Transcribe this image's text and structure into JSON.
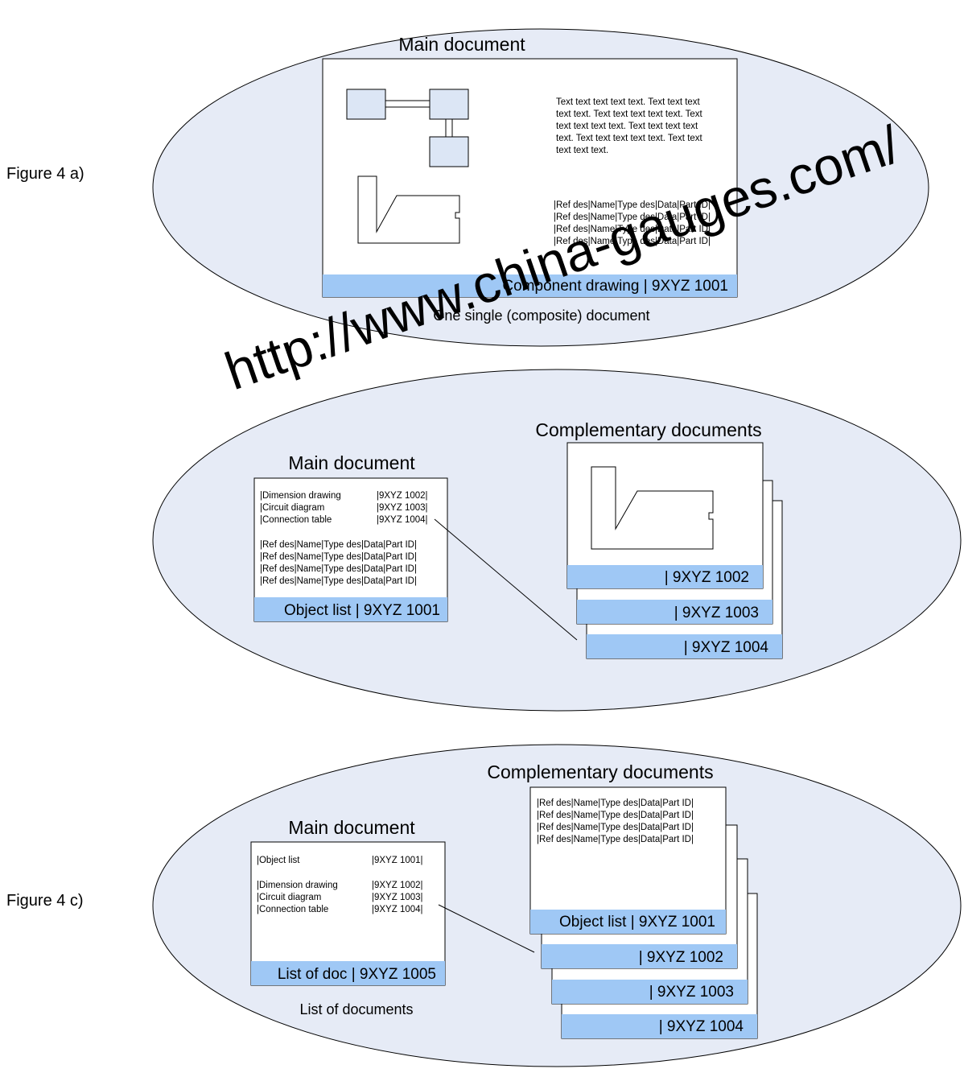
{
  "colors": {
    "ellipse_fill": "#e6ebf6",
    "title_bar": "#9fc8f5",
    "line": "#000000"
  },
  "figure_a": {
    "label": "Figure 4 a)",
    "main_title": "Main document",
    "paragraph": [
      "Text text text text text. Text text text",
      "text text. Text text text text text. Text",
      "text text text text. Text text text text",
      "text. Text text text text text. Text text",
      "text text text."
    ],
    "table_rows": [
      "|Ref des|Name|Type des|Data|Part ID|",
      "|Ref des|Name|Type des|Data|Part ID|",
      "|Ref des|Name|Type des|Data|Part ID|",
      "|Ref des|Name|Type des|Data|Part ID|"
    ],
    "title_block": "Component drawing | 9XYZ 1001",
    "caption": "One single (composite) document"
  },
  "figure_b": {
    "main_title": "Main document",
    "complementary_title": "Complementary documents",
    "doc_list": [
      {
        "name": "|Dimension drawing",
        "id": "|9XYZ 1002|"
      },
      {
        "name": "|Circuit diagram",
        "id": "|9XYZ 1003|"
      },
      {
        "name": "|Connection table",
        "id": "|9XYZ 1004|"
      }
    ],
    "table_rows": [
      "|Ref des|Name|Type des|Data|Part ID|",
      "|Ref des|Name|Type des|Data|Part ID|",
      "|Ref des|Name|Type des|Data|Part ID|",
      "|Ref des|Name|Type des|Data|Part ID|"
    ],
    "main_title_block": "Object list  | 9XYZ 1001",
    "sheets": [
      "| 9XYZ 1002",
      "| 9XYZ 1003",
      "| 9XYZ 1004"
    ]
  },
  "figure_c": {
    "label": "Figure 4 c)",
    "main_title": "Main document",
    "complementary_title": "Complementary documents",
    "doc_list_first": {
      "name": "|Object list",
      "id": "|9XYZ 1001|"
    },
    "doc_list": [
      {
        "name": "|Dimension drawing",
        "id": "|9XYZ 1002|"
      },
      {
        "name": "|Circuit diagram",
        "id": "|9XYZ 1003|"
      },
      {
        "name": "|Connection table",
        "id": "|9XYZ 1004|"
      }
    ],
    "main_title_block": "List of doc | 9XYZ 1005",
    "caption": "List of documents",
    "front_sheet_rows": [
      "|Ref des|Name|Type des|Data|Part ID|",
      "|Ref des|Name|Type des|Data|Part ID|",
      "|Ref des|Name|Type des|Data|Part ID|",
      "|Ref des|Name|Type des|Data|Part ID|"
    ],
    "sheets": [
      "Object list  | 9XYZ 1001",
      "| 9XYZ 1002",
      "| 9XYZ 1003",
      "| 9XYZ 1004"
    ]
  },
  "watermark": "http://www.china-gauges.com/"
}
